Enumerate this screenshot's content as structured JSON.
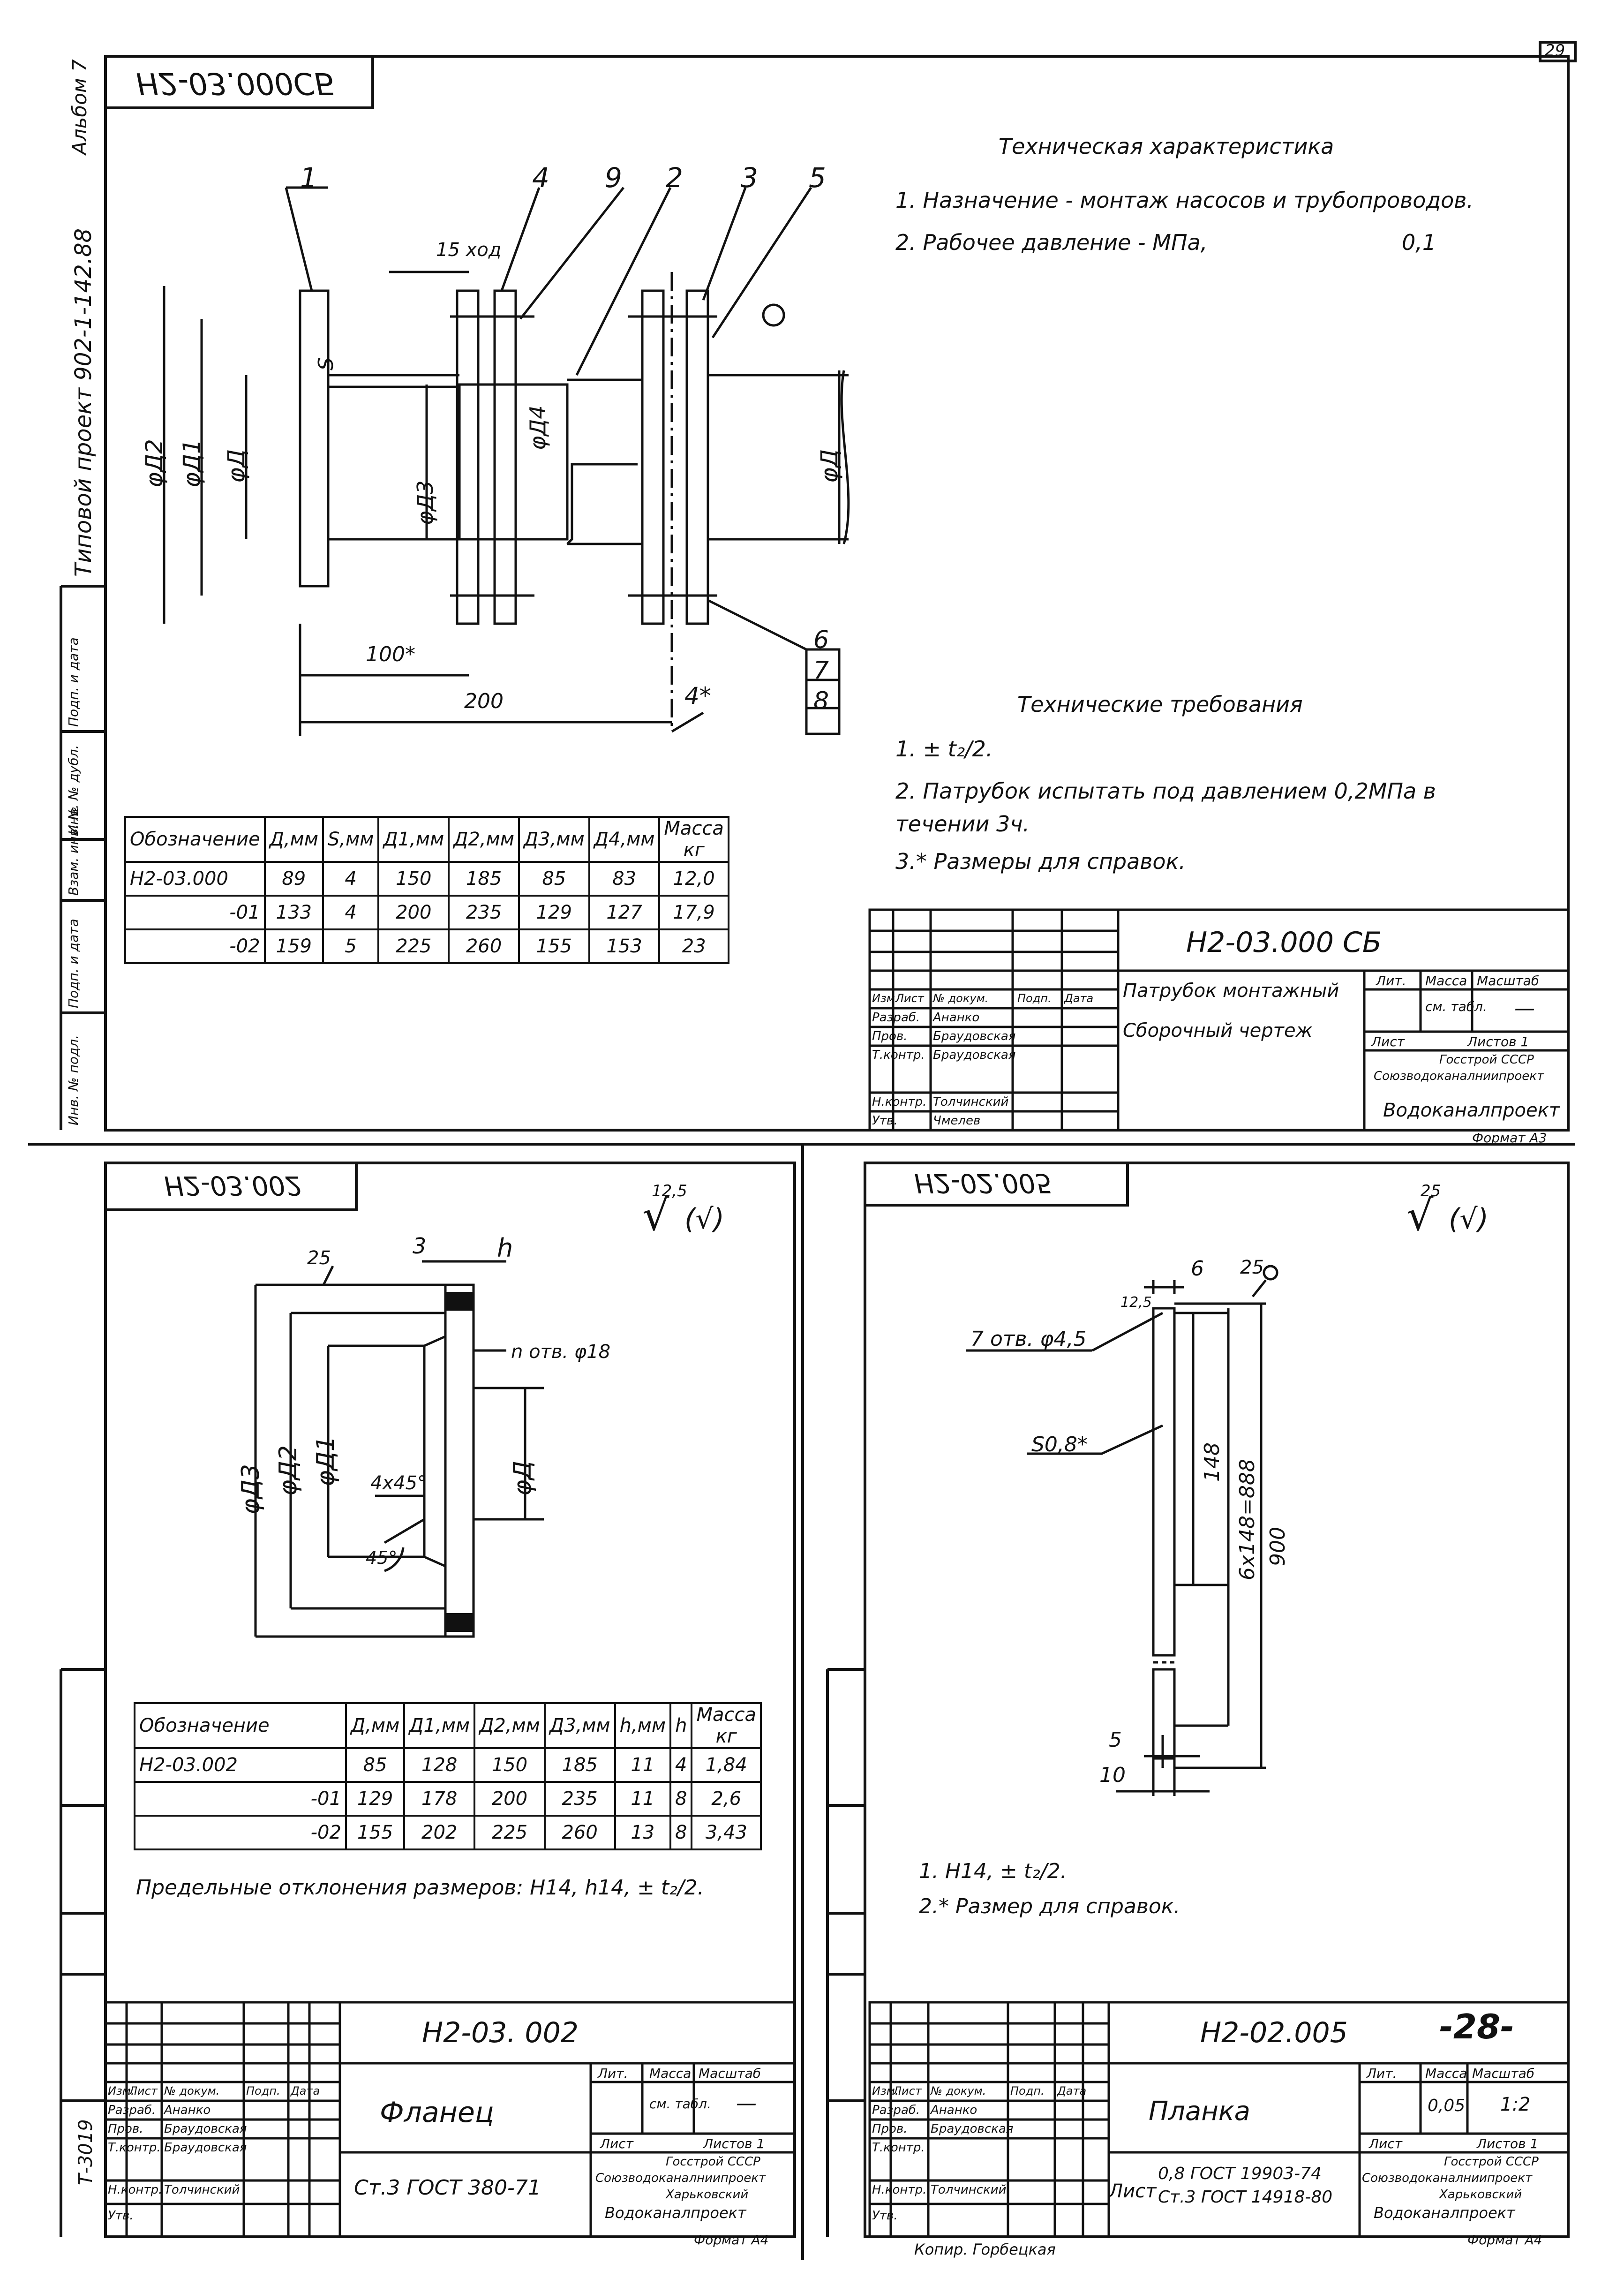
{
  "page_number": "29",
  "top_stamp": "Альбом 7",
  "project_label": "Типовой проект 902-1-142.88",
  "margin_labels": [
    "Инв. № подл.",
    "Подп. и дата",
    "Взам. инв. №",
    "Инв. № дубл.",
    "Подп. и дата"
  ],
  "sheet_a": {
    "title_mirrored": "Н2-03.000СБ",
    "tech_char_title": "Техническая характеристика",
    "tech_char_1": "1. Назначение - монтаж насосов и трубопроводов.",
    "tech_char_2": "2. Рабочее давление - МПа,",
    "tech_char_2_value": "0,1",
    "tech_req_title": "Технические требования",
    "tech_req_1": "1. ± t₂/2.",
    "tech_req_2": "2. Патрубок испытать под давлением 0,2МПа в",
    "tech_req_2b": "течении 3ч.",
    "tech_req_3": "3.* Размеры для справок.",
    "callouts": [
      "1",
      "4",
      "9",
      "2",
      "3",
      "5",
      "6",
      "7",
      "8"
    ],
    "dims": {
      "stroke": "15 ход",
      "d100": "100*",
      "d200": "200",
      "d4": "4*",
      "s": "S",
      "da2": "φД2",
      "da1": "φД1",
      "da": "φД",
      "da3": "φД3",
      "da4": "φД4",
      "dd": "φД"
    },
    "table_headers": [
      "Обозначение",
      "Д,мм",
      "S,мм",
      "Д1,мм",
      "Д2,мм",
      "Д3,мм",
      "Д4,мм",
      "Масса кг"
    ],
    "table_rows": [
      [
        "Н2-03.000",
        "89",
        "4",
        "150",
        "185",
        "85",
        "83",
        "12,0"
      ],
      [
        "-01",
        "133",
        "4",
        "200",
        "235",
        "129",
        "127",
        "17,9"
      ],
      [
        "-02",
        "159",
        "5",
        "225",
        "260",
        "155",
        "153",
        "23"
      ]
    ],
    "stamp": {
      "code": "Н2-03.000 СБ",
      "name_1": "Патрубок монтажный",
      "name_2": "Сборочный чертеж",
      "lit": "Лит.",
      "mass": "Масса",
      "scale": "Масштаб",
      "mass_val": "см. табл.",
      "scale_val": "—",
      "sheet": "Лист",
      "sheets": "Листов 1",
      "org_1": "Госстрой СССР",
      "org_2": "Союзводоканалниипроект",
      "org_3": "Водоканалпроект",
      "format": "Формат А3",
      "rows": [
        [
          "Изм.",
          "Лист",
          "№ докум.",
          "Подп.",
          "Дата"
        ],
        [
          "Разраб.",
          "Ананко",
          "",
          "",
          ""
        ],
        [
          "Пров.",
          "Браудовская",
          "",
          "",
          ""
        ],
        [
          "Т.контр.",
          "Браудовская",
          "",
          "",
          ""
        ],
        [
          "Н.контр.",
          "Толчинский",
          "",
          "",
          ""
        ],
        [
          "Утв.",
          "Чмелев",
          "",
          "",
          ""
        ]
      ]
    }
  },
  "sheet_b": {
    "title_mirrored": "Н2-03.002",
    "roughness": "12,5",
    "roughness_tail": "(√)",
    "dims": {
      "r25": "25",
      "d3": "3",
      "h": "h",
      "holes": "n отв. φ18",
      "da3": "φД3",
      "da2": "φД2",
      "da1": "φД1",
      "chamfer": "4x45°",
      "angle": "45°",
      "dd": "φД"
    },
    "table_headers": [
      "Обозначение",
      "Д,мм",
      "Д1,мм",
      "Д2,мм",
      "Д3,мм",
      "h,мм",
      "h",
      "Масса кг"
    ],
    "table_rows": [
      [
        "Н2-03.002",
        "85",
        "128",
        "150",
        "185",
        "11",
        "4",
        "1,84"
      ],
      [
        "-01",
        "129",
        "178",
        "200",
        "235",
        "11",
        "8",
        "2,6"
      ],
      [
        "-02",
        "155",
        "202",
        "225",
        "260",
        "13",
        "8",
        "3,43"
      ]
    ],
    "note": "Предельные отклонения размеров: Н14, h14, ± t₂/2.",
    "stamp": {
      "code": "Н2-03. 002",
      "name": "Фланец",
      "material": "Ст.3 ГОСТ 380-71",
      "lit": "Лит.",
      "mass": "Масса",
      "scale": "Масштаб",
      "mass_val": "см. табл.",
      "scale_val": "—",
      "sheet": "Лист",
      "sheets": "Листов 1",
      "org_1": "Госстрой СССР",
      "org_2": "Союзводоканалниипроект",
      "org_3": "Харьковский",
      "org_4": "Водоканалпроект",
      "format": "Формат А4",
      "inv": "Т-3019",
      "rows": [
        [
          "Изм.",
          "Лист",
          "№ докум.",
          "Подп.",
          "Дата"
        ],
        [
          "Разраб.",
          "Ананко",
          "",
          "",
          ""
        ],
        [
          "Пров.",
          "Браудовская",
          "",
          "",
          ""
        ],
        [
          "Т.контр.",
          "Браудовская",
          "",
          "",
          ""
        ],
        [
          "Н.контр.",
          "Толчинский",
          "",
          "",
          ""
        ],
        [
          "Утв.",
          "",
          "",
          "",
          ""
        ]
      ]
    }
  },
  "sheet_c": {
    "title_mirrored": "Н2-02.005",
    "roughness": "25",
    "roughness_tail": "(√)",
    "dims": {
      "six": "6",
      "r25": "25",
      "r125": "12,5",
      "holes": "7 отв. φ4,5",
      "s08": "S0,8*",
      "d148": "148",
      "d6x": "6x148=888",
      "d900": "900",
      "d5": "5",
      "d10": "10"
    },
    "note_1": "1. Н14, ± t₂/2.",
    "note_2": "2.* Размер для справок.",
    "stamp": {
      "code": "Н2-02.005",
      "page": "-28-",
      "name": "Планка",
      "sheet_label": "Лист",
      "material_1": "0,8 ГОСТ 19903-74",
      "material_2": "Ст.3 ГОСТ 14918-80",
      "lit": "Лит.",
      "mass": "Масса",
      "scale": "Масштаб",
      "mass_val": "0,05",
      "scale_val": "1:2",
      "sheet": "Лист",
      "sheets": "Листов 1",
      "org_1": "Госстрой СССР",
      "org_2": "Союзводоканалниипроект",
      "org_3": "Харьковский",
      "org_4": "Водоканалпроект",
      "format": "Формат А4",
      "rows": [
        [
          "Изм.",
          "Лист",
          "№ докум.",
          "Подп.",
          "Дата"
        ],
        [
          "Разраб.",
          "Ананко",
          "",
          "",
          ""
        ],
        [
          "Пров.",
          "Браудовская",
          "",
          "",
          ""
        ],
        [
          "Т.контр.",
          "",
          "",
          "",
          ""
        ],
        [
          "Н.контр.",
          "Толчинский",
          "",
          "",
          ""
        ],
        [
          "Утв.",
          "",
          "",
          "",
          ""
        ]
      ]
    },
    "copy_note": "Копир. Горбецкая"
  }
}
